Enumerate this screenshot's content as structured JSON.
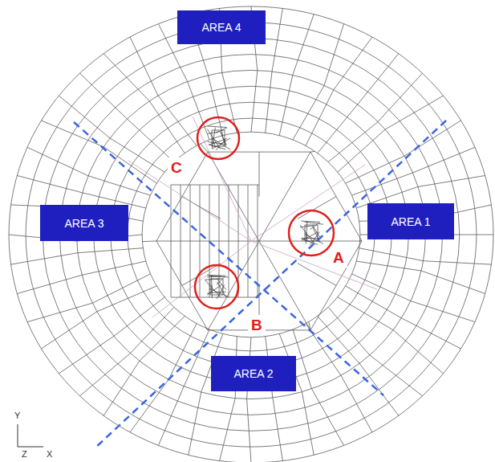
{
  "diagram": {
    "nodes": [
      {
        "text": [
          "AREA 4"
        ]
      },
      {
        "text": [
          "AREA 3"
        ]
      },
      {
        "text": [
          "AREA 1"
        ]
      },
      {
        "text": [
          "AREA 2"
        ]
      }
    ],
    "labels": [
      "C",
      "A",
      "B",
      "Y",
      "Z",
      "X"
    ]
  }
}
